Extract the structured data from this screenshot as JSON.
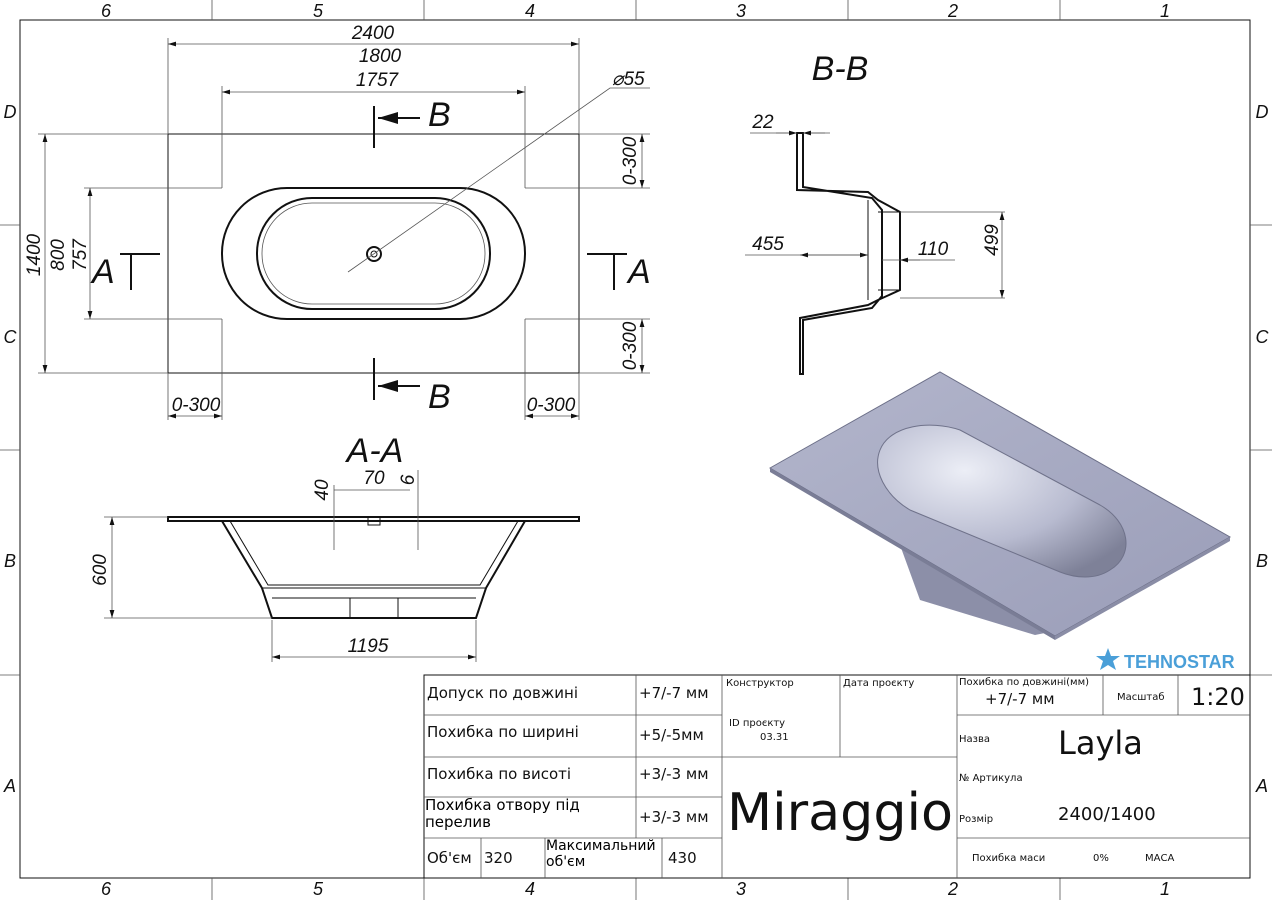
{
  "zones": {
    "columns": [
      "6",
      "5",
      "4",
      "3",
      "2",
      "1"
    ],
    "rows": [
      "D",
      "C",
      "B",
      "A"
    ]
  },
  "plan": {
    "dims": {
      "overall_length": "2400",
      "length_1800": "1800",
      "length_1757": "1757",
      "drain_diameter": "⌀55",
      "overall_width": "1400",
      "width_800": "800",
      "width_757": "757",
      "offset_top": "0-300",
      "offset_bottom": "0-300",
      "offset_left": "0-300",
      "offset_right": "0-300"
    },
    "section_marks": {
      "b": "B",
      "a": "A"
    }
  },
  "section_aa": {
    "title": "A-A",
    "dims": {
      "d40": "40",
      "d70": "70",
      "d6": "6",
      "height": "600",
      "bottom": "1195"
    }
  },
  "section_bb": {
    "title": "B-B",
    "dims": {
      "d22": "22",
      "d455": "455",
      "d110": "110",
      "d499": "499"
    }
  },
  "title_block": {
    "rows": [
      {
        "label": "Допуск по довжині",
        "value": "+7/-7 мм"
      },
      {
        "label": "Похибка по ширині",
        "value": "+5/-5мм"
      },
      {
        "label": "Похибка по висоті",
        "value": "+3/-3 мм"
      },
      {
        "label": "Похибка отвору під перелив",
        "value": "+3/-3 мм"
      }
    ],
    "volume_label": "Об'єм",
    "volume": "320",
    "max_volume_label": "Максимальний об'єм",
    "max_volume": "430",
    "designer_label": "Конструктор",
    "date_label": "Дата проєкту",
    "id_label": "ID проєкту",
    "id_value": "03.31",
    "brand": "Miraggio",
    "length_tol_label": "Похибка по довжині(мм)",
    "length_tol_value": "+7/-7 мм",
    "scale_label": "Масштаб",
    "scale": "1:20",
    "name_label": "Назва",
    "name": "Layla",
    "article_label": "№ Артикула",
    "size_label": "Розмір",
    "size": "2400/1400",
    "mass_tol_label": "Похибка маси",
    "mass_tol_value": "0%",
    "mass_label": "МАСА"
  },
  "watermark": {
    "text": "TEHNOSTAR",
    "color": "#4a9fd8"
  }
}
